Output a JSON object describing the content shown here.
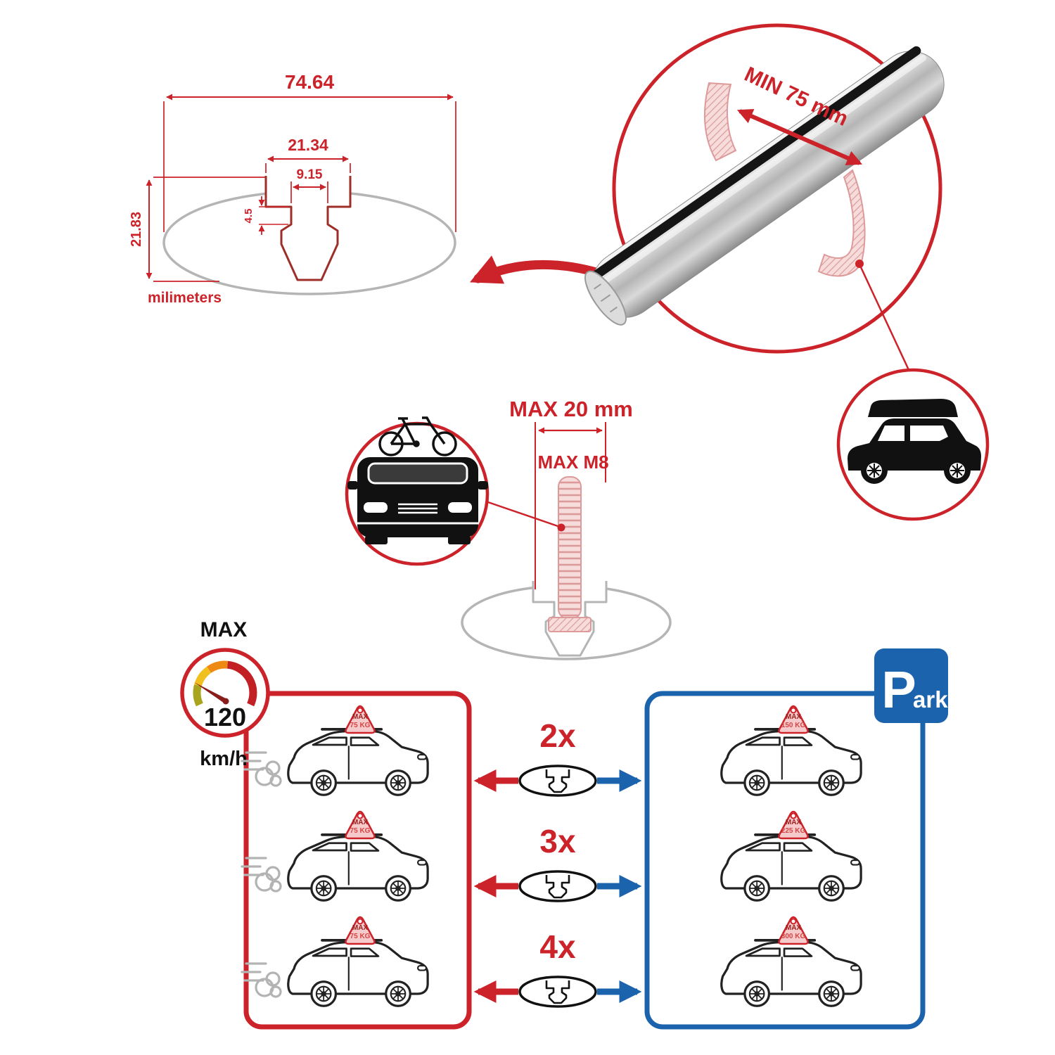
{
  "colors": {
    "red": "#cc2229",
    "blue": "#1c63ad",
    "gray": "#b5b5b5",
    "channel_red": "#9e2f28",
    "black": "#111111"
  },
  "technical_drawing": {
    "overall_width": "74.64",
    "channel_width": "21.34",
    "slot_opening": "9.15",
    "lip_depth": "4.5",
    "overall_height": "21.83",
    "units": "milimeters"
  },
  "bar_detail": {
    "min_clamp_span": "MIN 75 mm"
  },
  "bolt_detail": {
    "max_length": "MAX 20 mm",
    "max_thread": "MAX M8"
  },
  "speed_badge": {
    "label": "MAX",
    "value": "120",
    "unit": "km/h"
  },
  "park_sign": {
    "p": "P",
    "ark": "ark"
  },
  "comparison": {
    "rows": [
      {
        "count": "2x",
        "drive_sign_max": "MAX",
        "drive_sign_load": "75 KG",
        "park_sign_max": "MAX",
        "park_sign_load": "150 KG"
      },
      {
        "count": "3x",
        "drive_sign_max": "MAX",
        "drive_sign_load": "75 KG",
        "park_sign_max": "MAX",
        "park_sign_load": "225 KG"
      },
      {
        "count": "4x",
        "drive_sign_max": "MAX",
        "drive_sign_load": "75 KG",
        "park_sign_max": "MAX",
        "park_sign_load": "300 KG"
      }
    ]
  }
}
